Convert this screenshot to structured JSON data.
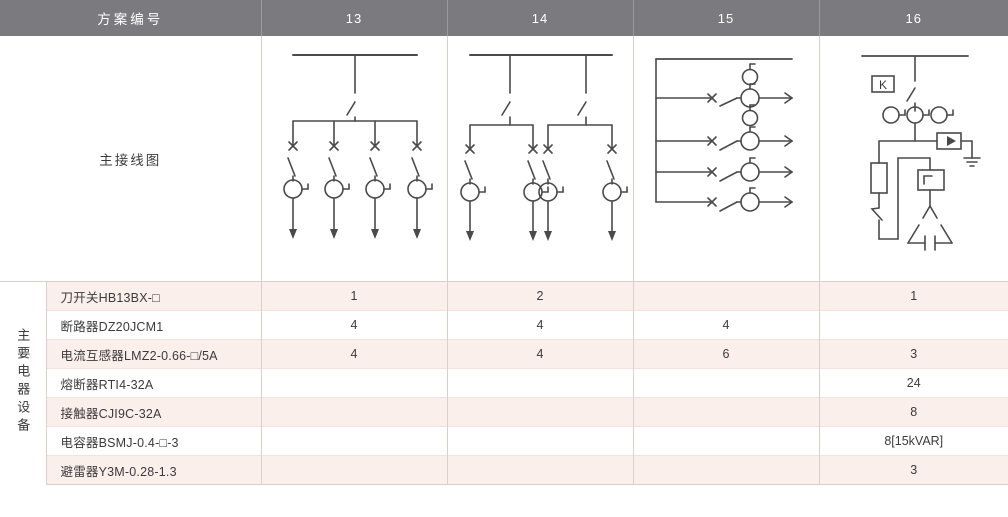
{
  "header": {
    "scheme_label": "方案编号",
    "columns": [
      "13",
      "14",
      "15",
      "16"
    ]
  },
  "diagram_row": {
    "title": "主接线图"
  },
  "group": {
    "label": "主要电器设备"
  },
  "rows": [
    {
      "name": "刀开关HB13BX-□",
      "values": [
        "1",
        "2",
        "",
        "1"
      ]
    },
    {
      "name": "断路器DZ20JCM1",
      "values": [
        "4",
        "4",
        "4",
        ""
      ]
    },
    {
      "name": "电流互感器LMZ2-0.66-□/5A",
      "values": [
        "4",
        "4",
        "6",
        "3"
      ]
    },
    {
      "name": "熔断器RTI4-32A",
      "values": [
        "",
        "",
        "",
        "24"
      ]
    },
    {
      "name": "接触器CJI9C-32A",
      "values": [
        "",
        "",
        "",
        "8"
      ]
    },
    {
      "name": "电容器BSMJ-0.4-□-3",
      "values": [
        "",
        "",
        "",
        "8[15kVAR]"
      ]
    },
    {
      "name": "避雷器Y3M-0.28-1.3",
      "values": [
        "",
        "",
        "",
        "3"
      ]
    }
  ],
  "diagrams": {
    "col13": {
      "name": "single-bus-four-feeder-diagram",
      "description": "主母线，单刀开关下引，四回路分支，每路含断路器、刀闸、电流互感器及出线箭头",
      "branches": 4,
      "knife_switches": 1,
      "ct_count": 4
    },
    "col14": {
      "name": "dual-bus-four-feeder-diagram",
      "description": "主母线，双下引各带刀开关，每组两回路分支，共四路出线",
      "branches": 4,
      "knife_switches": 2,
      "ct_count": 4
    },
    "col15": {
      "name": "vertical-bus-four-horizontal-feeder-diagram",
      "description": "垂直母线引出四条水平回路，每路含断路器、刀闸、电流互感器及出线箭头，另含两只独立电流互感器",
      "feeders": 4,
      "ct_count": 6
    },
    "col16": {
      "name": "capacitor-compensation-diagram",
      "description": "电容补偿柜：母线、K控制箱、刀开关、三只电流互感器、避雷器接地、熔断器、接触器及三角形接线电容组",
      "k_box_label": "K",
      "ct_count": 3
    }
  },
  "colors": {
    "header_bg": "#7b7b7f",
    "header_text": "#ffffff",
    "band_pink": "#fbefec",
    "band_white": "#ffffff",
    "grid_line": "#d9cfcd",
    "diagram_stroke": "#4a4a4a",
    "text": "#3b3b3b"
  }
}
